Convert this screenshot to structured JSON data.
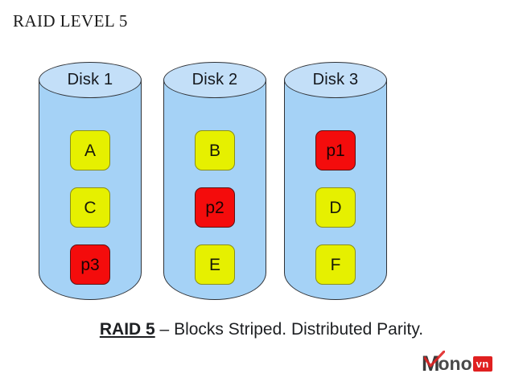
{
  "page": {
    "title": "RAID LEVEL 5",
    "background_color": "#ffffff"
  },
  "diagram": {
    "type": "raid-level-5",
    "disks": [
      {
        "label": "Disk 1",
        "blocks": [
          {
            "label": "A",
            "kind": "data"
          },
          {
            "label": "C",
            "kind": "data"
          },
          {
            "label": "p3",
            "kind": "parity"
          }
        ]
      },
      {
        "label": "Disk 2",
        "blocks": [
          {
            "label": "B",
            "kind": "data"
          },
          {
            "label": "p2",
            "kind": "parity"
          },
          {
            "label": "E",
            "kind": "data"
          }
        ]
      },
      {
        "label": "Disk 3",
        "blocks": [
          {
            "label": "p1",
            "kind": "parity"
          },
          {
            "label": "D",
            "kind": "data"
          },
          {
            "label": "F",
            "kind": "data"
          }
        ]
      }
    ],
    "colors": {
      "cylinder_body": "#a5d2f6",
      "cylinder_top": "#c3dff8",
      "cylinder_outline": "#2f3237",
      "data_block": "#e6f000",
      "data_block_outline": "#8a8f16",
      "parity_block": "#f40c0c",
      "parity_block_outline": "#5d1212",
      "text": "#15181d"
    }
  },
  "caption": {
    "strong": "RAID 5",
    "rest": " – Blocks Striped. Distributed Parity."
  },
  "watermark": {
    "letter_m": "M",
    "word": "ono",
    "tld": "vn",
    "check_color": "#e02020",
    "text_color": "#3a3a3a"
  }
}
